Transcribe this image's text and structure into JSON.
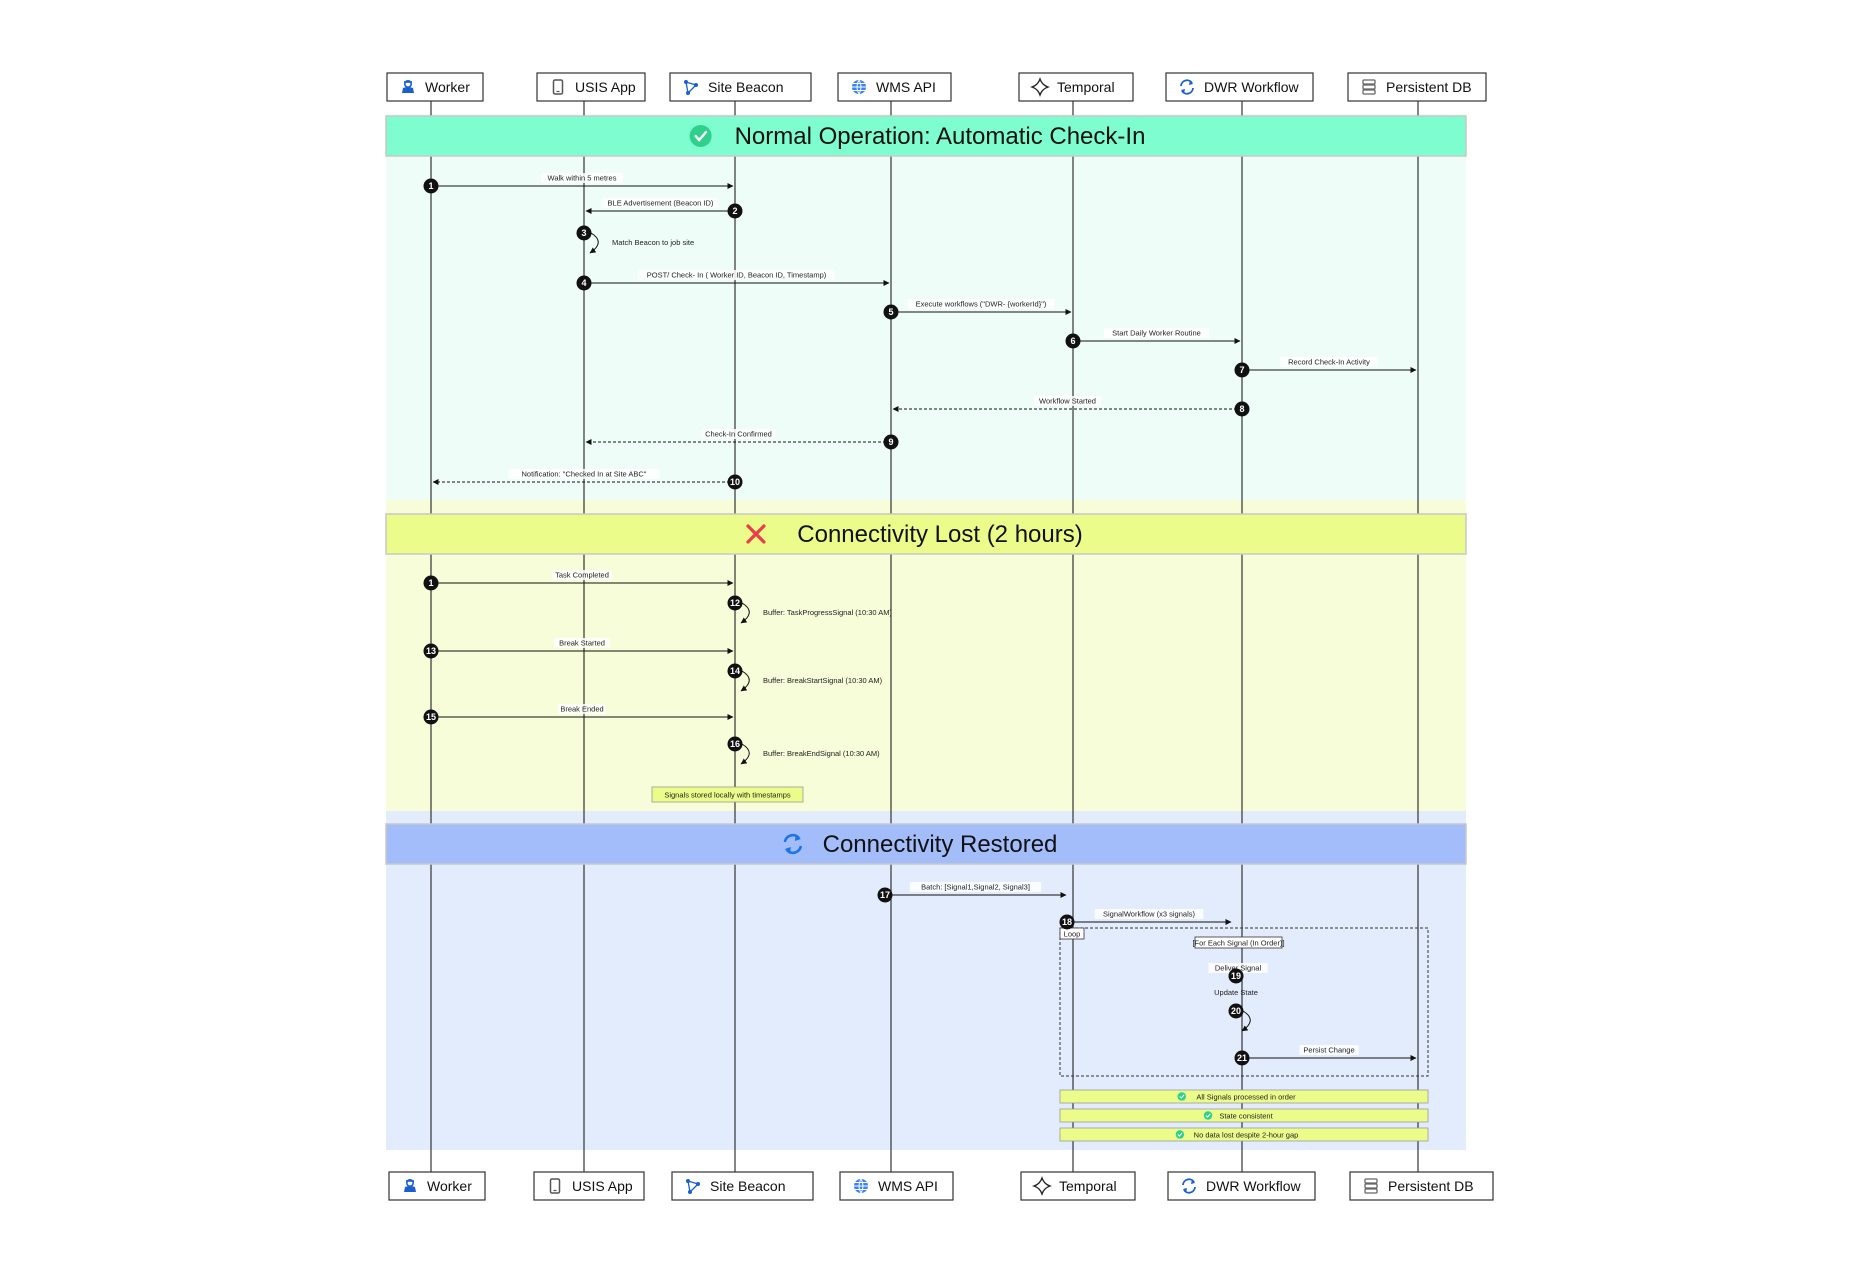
{
  "participants": [
    {
      "id": "worker",
      "label": "Worker",
      "icon": "worker-icon"
    },
    {
      "id": "usis",
      "label": "USIS App",
      "icon": "mobile-phone-icon"
    },
    {
      "id": "beacon",
      "label": "Site Beacon",
      "icon": "beacon-network-icon"
    },
    {
      "id": "wms",
      "label": "WMS API",
      "icon": "globe-icon"
    },
    {
      "id": "temporal",
      "label": "Temporal",
      "icon": "temporal-icon"
    },
    {
      "id": "dwr",
      "label": "DWR Workflow",
      "icon": "refresh-icon"
    },
    {
      "id": "db",
      "label": "Persistent DB",
      "icon": "database-icon"
    }
  ],
  "sections": [
    {
      "id": "normal",
      "title": "Normal Operation: Automatic Check-In",
      "icon": "check-circle-icon",
      "header_color": "#7dfdd0",
      "body_color": "#effdf8"
    },
    {
      "id": "lost",
      "title": "Connectivity Lost (2 hours)",
      "icon": "x-mark-icon",
      "header_color": "#ecfc8b",
      "body_color": "#f6fdd8"
    },
    {
      "id": "restored",
      "title": "Connectivity Restored",
      "icon": "refresh-icon",
      "header_color": "#a3bdfb",
      "body_color": "#e3ecfc"
    }
  ],
  "messages": [
    {
      "num": "1",
      "from": "worker",
      "to": "beacon",
      "label": "Walk within 5 metres",
      "style": "solid"
    },
    {
      "num": "2",
      "from": "beacon",
      "to": "usis",
      "label": "BLE Advertisement (Beacon ID)",
      "style": "solid"
    },
    {
      "num": "3",
      "from": "usis",
      "to": "usis",
      "label": "Match Beacon to job site",
      "style": "self"
    },
    {
      "num": "4",
      "from": "usis",
      "to": "wms",
      "label": "POST/ Check- In ( Worker ID, Beacon ID, Timestamp)",
      "style": "solid"
    },
    {
      "num": "5",
      "from": "wms",
      "to": "temporal",
      "label": "Execute workflows (\"DWR- {workerId}\")",
      "style": "solid"
    },
    {
      "num": "6",
      "from": "temporal",
      "to": "dwr",
      "label": "Start Daily Worker Routine",
      "style": "solid"
    },
    {
      "num": "7",
      "from": "dwr",
      "to": "db",
      "label": "Record Check-In Activity",
      "style": "solid"
    },
    {
      "num": "8",
      "from": "dwr",
      "to": "wms",
      "label": "Workflow Started",
      "style": "dashed"
    },
    {
      "num": "9",
      "from": "wms",
      "to": "usis",
      "label": "Check-In Confirmed",
      "style": "dashed"
    },
    {
      "num": "10",
      "from": "beacon",
      "to": "worker",
      "label": "Notification: \"Checked In at Site ABC\"",
      "style": "dashed"
    },
    {
      "num": "1",
      "from": "worker",
      "to": "beacon",
      "label": "Task Completed",
      "style": "solid"
    },
    {
      "num": "12",
      "from": "beacon",
      "to": "beacon",
      "label": "Buffer: TaskProgressSignal (10:30 AM)",
      "style": "self"
    },
    {
      "num": "13",
      "from": "worker",
      "to": "beacon",
      "label": "Break Started",
      "style": "solid"
    },
    {
      "num": "14",
      "from": "beacon",
      "to": "beacon",
      "label": "Buffer: BreakStartSignal (10:30 AM)",
      "style": "self"
    },
    {
      "num": "15",
      "from": "worker",
      "to": "beacon",
      "label": "Break Ended",
      "style": "solid"
    },
    {
      "num": "16",
      "from": "beacon",
      "to": "beacon",
      "label": "Buffer: BreakEndSignal (10:30 AM)",
      "style": "self"
    },
    {
      "num": "17",
      "from": "usis",
      "to": "wms",
      "label": "Batch: [Signal1,Signal2, Signal3]",
      "style": "solid"
    },
    {
      "num": "18",
      "from": "wms",
      "to": "temporal",
      "label": "SignalWorkflow (x3 signals)",
      "style": "solid"
    },
    {
      "num": "19",
      "from": "temporal",
      "to": "dwr",
      "label": "Deliver Signal",
      "style": "solid"
    },
    {
      "num": "20",
      "from": "dwr",
      "to": "dwr",
      "label": "Update State",
      "style": "self"
    },
    {
      "num": "21",
      "from": "dwr",
      "to": "db",
      "label": "Persist Change",
      "style": "solid"
    }
  ],
  "local_note": "Signals stored locally with timestamps",
  "loop": {
    "tag": "Loop",
    "condition": "[For Each Signal (In Order)]"
  },
  "result_notes": [
    "All Signals processed in order",
    "State consistent",
    "No data lost despite 2-hour gap"
  ],
  "colors": {
    "line": "#111111",
    "marker": "#111111",
    "check": "#2fd08c",
    "cross": "#ee3b4b",
    "refresh": "#1a73e8",
    "note_fill": "#ecfc8b"
  }
}
